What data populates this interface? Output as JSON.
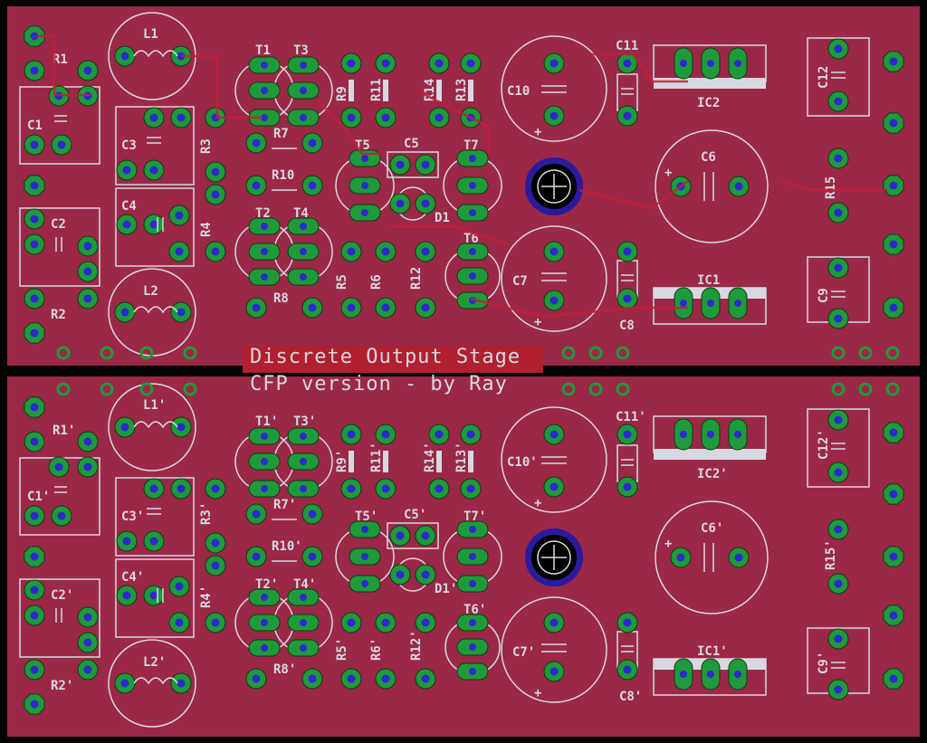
{
  "title": {
    "line1": "Discrete Output Stage",
    "line2": "CFP version - by Ray"
  },
  "colors": {
    "board": "#9b2847",
    "outline": "#d8d8e0",
    "pad": "#1f9a3a",
    "via": "#2a2ad0",
    "trace": "#c0203a",
    "mounting_ring": "#2a1a9c"
  },
  "labels_top": [
    "L1",
    "R1",
    "C1",
    "C2",
    "R2",
    "L2",
    "C3",
    "C4",
    "R3",
    "R4",
    "T1",
    "T3",
    "R7",
    "R10",
    "T2",
    "T4",
    "R8",
    "R9",
    "R11",
    "R14",
    "R13",
    "T5",
    "C5",
    "D1",
    "T7",
    "T6",
    "R5",
    "R6",
    "R12",
    "C10",
    "C7",
    "C11",
    "IC2",
    "C6",
    "C8",
    "IC1",
    "C12",
    "R15",
    "C9"
  ],
  "labels_bottom": [
    "L1'",
    "R1'",
    "C1'",
    "C2'",
    "R2'",
    "L2'",
    "C3'",
    "C4'",
    "R3'",
    "R4'",
    "T1'",
    "T3'",
    "R7'",
    "R10'",
    "T2'",
    "T4'",
    "R8'",
    "R9'",
    "R11'",
    "R14'",
    "R13'",
    "T5'",
    "C5'",
    "D1'",
    "T7'",
    "T6'",
    "R5'",
    "R6'",
    "R12'",
    "C10'",
    "C7'",
    "C11'",
    "IC2'",
    "C6'",
    "C8'",
    "IC1'",
    "C12'",
    "R15'",
    "C9'"
  ]
}
